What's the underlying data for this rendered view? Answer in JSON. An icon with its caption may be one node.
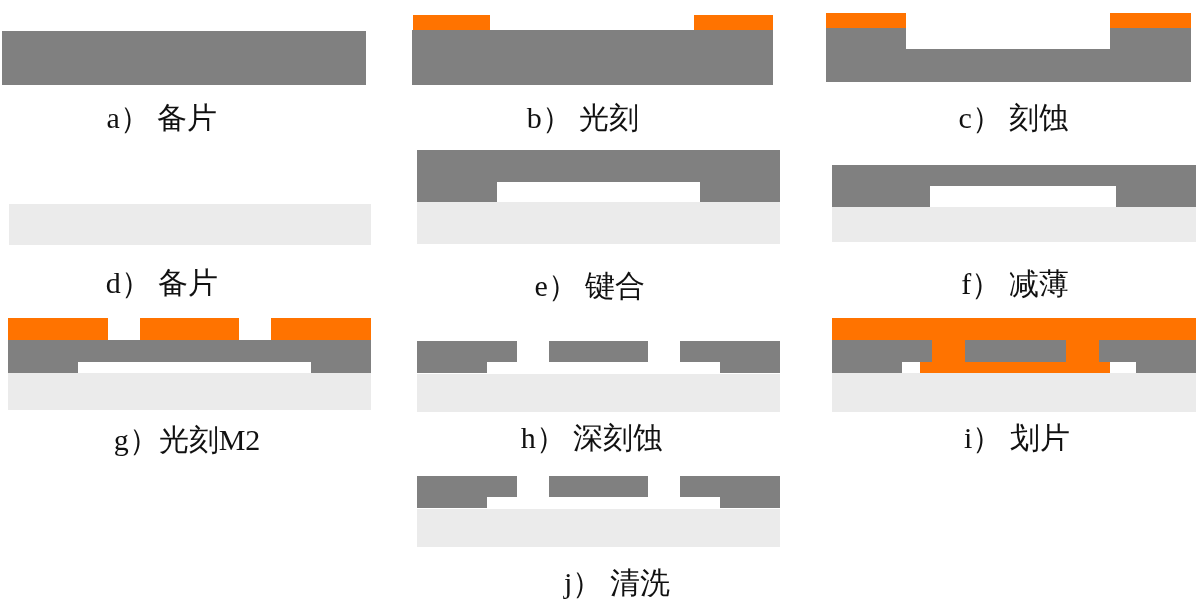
{
  "diagram": {
    "nodes": [
      {
        "text": [
          "a） 备片"
        ]
      },
      {
        "text": [
          "b） 光刻"
        ]
      },
      {
        "text": [
          "c） 刻蚀"
        ]
      },
      {
        "text": [
          "d） 备片"
        ]
      },
      {
        "text": [
          "e） 键合"
        ]
      },
      {
        "text": [
          "f） 减薄"
        ]
      },
      {
        "text": [
          "g）光刻M2"
        ]
      },
      {
        "text": [
          "h） 深刻蚀"
        ]
      },
      {
        "text": [
          "i） 划片"
        ]
      },
      {
        "text": [
          "j） 清洗"
        ]
      }
    ]
  }
}
